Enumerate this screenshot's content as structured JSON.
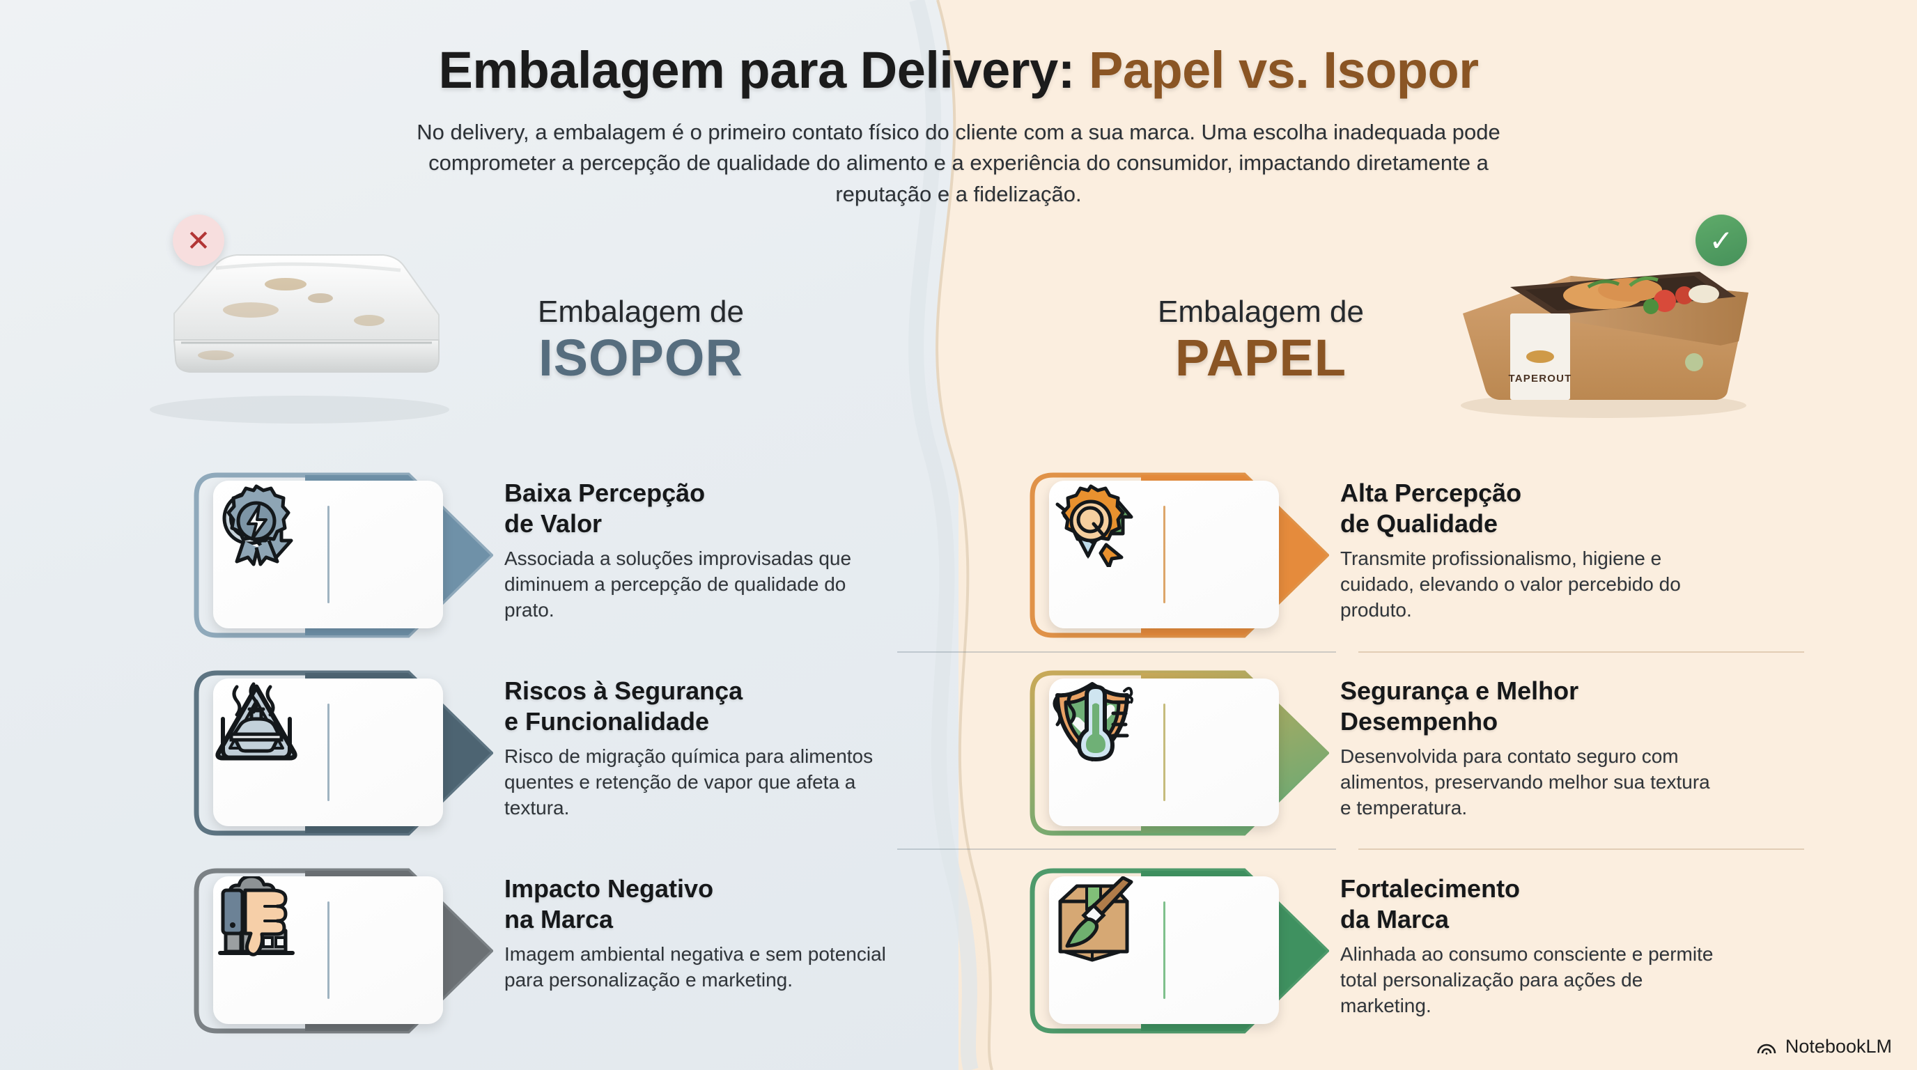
{
  "header": {
    "title_main": "Embalagem para Delivery:",
    "title_accent": "Papel vs. Isopor",
    "subtitle": "No delivery, a embalagem é o primeiro contato físico do cliente com a sua marca. Uma escolha inadequada pode comprometer a percepção de qualidade do alimento e a experiência do consumidor, impactando diretamente a reputação e a fidelização."
  },
  "columns": {
    "left": {
      "eyebrow": "Embalagem de",
      "name": "ISOPOR",
      "badge": "✕",
      "accent_color": "#566d7e",
      "photo_alt": "recipiente-de-isopor-sujo",
      "features": [
        {
          "title": "Baixa Percepção\nde Valor",
          "title_line1": "Baixa Percepção",
          "title_line2": "de Valor",
          "description": "Associada a soluções improvisadas que diminuem a percepção de qualidade do prato.",
          "icons": [
            "coin-dollar-down-icon",
            "broken-badge-icon"
          ]
        },
        {
          "title_line1": "Riscos à Segurança",
          "title_line2": "e Funcionalidade",
          "description": "Risco de migração química para alimentos quentes e retenção de vapor que afeta a textura.",
          "icons": [
            "chemical-hazard-icon",
            "steaming-container-icon"
          ]
        },
        {
          "title_line1": "Impacto Negativo",
          "title_line2": "na Marca",
          "description": "Imagem ambiental negativa e sem potencial para personalização e marketing.",
          "icons": [
            "polluting-factory-icon",
            "thumbs-down-icon"
          ]
        }
      ]
    },
    "right": {
      "eyebrow": "Embalagem de",
      "name": "PAPEL",
      "badge": "✓",
      "accent_color": "#8a5524",
      "photo_alt": "caixa-de-papel-kraft-com-refeicao",
      "photo_brand": "TAPEROUT",
      "features": [
        {
          "title_line1": "Alta Percepção",
          "title_line2": "de Qualidade",
          "description": "Transmite profissionalismo, higiene e cuidado, elevando o valor percebido do produto.",
          "icons": [
            "diamond-up-arrow-icon",
            "quality-seal-icon"
          ]
        },
        {
          "title_line1": "Segurança e Melhor",
          "title_line2": "Desempenho",
          "description": "Desenvolvida para contato seguro com alimentos, preservando melhor sua textura e temperatura.",
          "icons": [
            "shield-check-icon",
            "thermometer-icon"
          ]
        },
        {
          "title_line1": "Fortalecimento",
          "title_line2": "da Marca",
          "description": "Alinhada ao consumo consciente e permite total personalização para ações de marketing.",
          "icons": [
            "eco-box-leaves-icon",
            "box-paintbrush-icon"
          ]
        }
      ]
    }
  },
  "footer": {
    "brand": "NotebookLM",
    "logo": "notebooklm-arc-icon"
  },
  "palette": {
    "bg_left": "#eef2f5",
    "bg_right": "#fbeedf",
    "left_chevron_1": "#7d9cb0",
    "left_chevron_2": "#4d6472",
    "left_chevron_3": "#6b7074",
    "right_chevron_1": "#e58b3c",
    "right_chevron_2": "#b9a24f",
    "right_chevron_3": "#3f9160",
    "title_accent": "#8a5524",
    "badge_ok": "#4f9f63",
    "badge_bad": "#b23535"
  }
}
